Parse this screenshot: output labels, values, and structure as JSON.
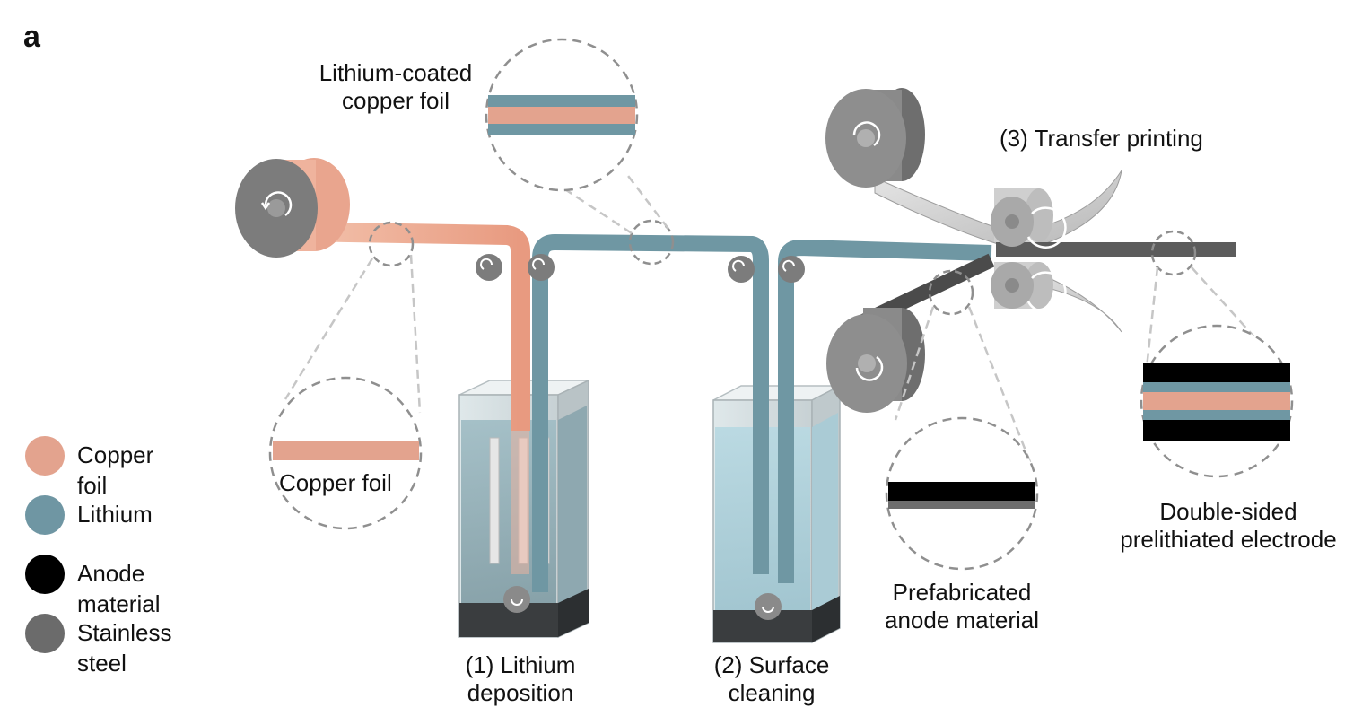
{
  "panel_label": "a",
  "labels": {
    "lithium_coated_line1": "Lithium-coated",
    "lithium_coated_line2": "copper foil",
    "transfer_printing": "(3) Transfer printing",
    "copper_foil_zoom": "Copper foil",
    "lithium_deposition_line1": "(1) Lithium",
    "lithium_deposition_line2": "deposition",
    "surface_cleaning_line1": "(2) Surface",
    "surface_cleaning_line2": "cleaning",
    "prefab_line1": "Prefabricated",
    "prefab_line2": "anode material",
    "double_sided_line1": "Double-sided",
    "double_sided_line2": "prelithiated electrode"
  },
  "legend": [
    {
      "label": "Copper foil",
      "color": "#e3a38e"
    },
    {
      "label": "Lithium",
      "color": "#6f96a3"
    },
    {
      "label": "Anode material",
      "color": "#000000"
    },
    {
      "label": "Stainless steel",
      "color": "#6b6b6b"
    }
  ],
  "colors": {
    "copper": "#e8a48d",
    "lithium": "#6f97a3",
    "anode": "#000000",
    "steel": "#6d6d6d",
    "roller": "#8a8a8a",
    "dashed": "#8f8f8f"
  }
}
